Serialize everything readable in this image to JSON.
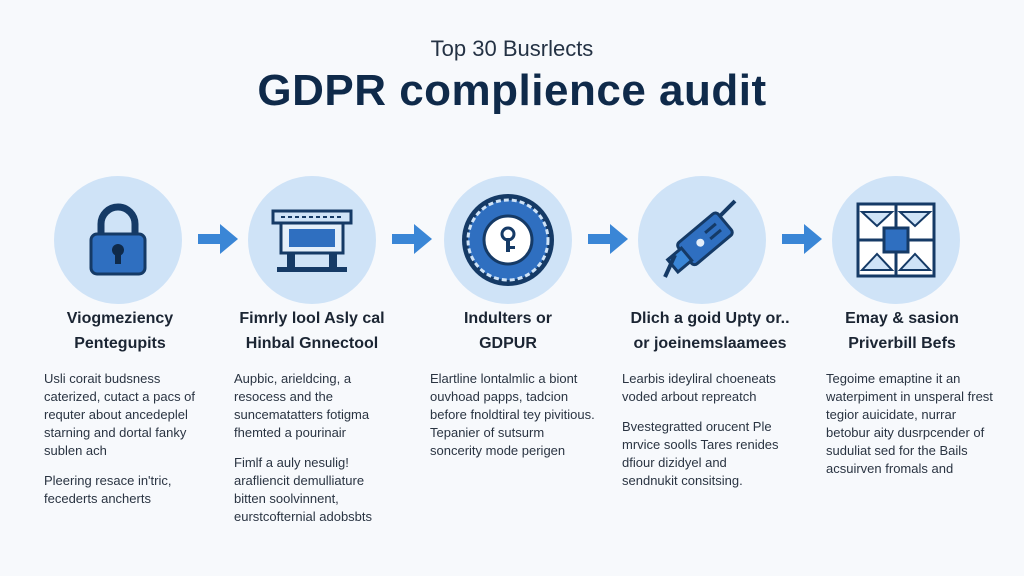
{
  "header": {
    "subtitle": "Top 30 Busrlects",
    "title": "GDPR complience audit"
  },
  "colors": {
    "accent": "#3a86d6",
    "circle_bg": "#cfe3f7",
    "icon_blue": "#2f6fc0",
    "title": "#0f2a4a"
  },
  "steps": [
    {
      "icon": "padlock-icon",
      "heading_1": "Viogmeziency",
      "heading_2": "Pentegupits",
      "p1": "Usli corait budsness caterized, cutact a pacs of requter about ancedeplel starning and dortal fanky sublen ach",
      "p2": "Pleering resace in'tric, fecederts ancherts"
    },
    {
      "icon": "server-rack-icon",
      "heading_1": "Fimrly lool Asly cal",
      "heading_2": "Hinbal Gnnectool",
      "p1": "Aupbic, arieldcing, a resocess and the suncematatters fotigma fhemted a pourinair",
      "p2": "Fimlf a auly nesulig! arafliencit demulliature bitten soolvinnent, eurstcofternial adobsbts"
    },
    {
      "icon": "shield-key-icon",
      "heading_1": "Indulters or",
      "heading_2": "GDPUR",
      "p1": "Elartline lontalmlic a biont ouvhoad papps, tadcion before fnoldtiral tey pivitious. Tepanier of sutsurm soncerity mode perigen",
      "p2": ""
    },
    {
      "icon": "connector-plug-icon",
      "heading_1": "Dlich a goid Upty or..",
      "heading_2": "or joeinemslaamees",
      "p1": "Learbis ideyliral choeneats voded arbout repreatch",
      "p2": "Bvestegratted orucent Ple mrvice soolls Tares renides dfiour dizidyel and sendnukit consitsing."
    },
    {
      "icon": "document-grid-icon",
      "heading_1": "Emay & sasion",
      "heading_2": "Priverbill Befs",
      "p1": "Tegoime emaptine it an waterpiment in unsperal frest tegior auicidate, nurrar betobur aity dusrpcender of suduliat sed for the Bails acsuirven fromals and",
      "p2": ""
    }
  ]
}
